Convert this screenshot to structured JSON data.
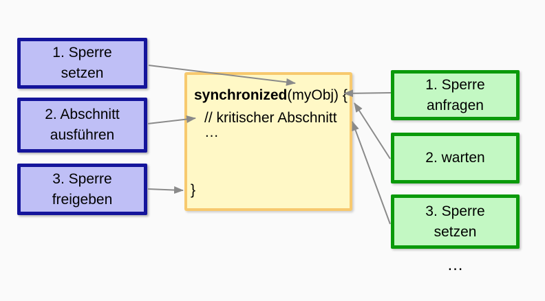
{
  "diagram": {
    "left_boxes": [
      {
        "lines": [
          "1. Sperre",
          "setzen"
        ]
      },
      {
        "lines": [
          "2. Abschnitt",
          "ausführen"
        ]
      },
      {
        "lines": [
          "3. Sperre",
          "freigeben"
        ]
      }
    ],
    "right_boxes": [
      {
        "lines": [
          "1. Sperre",
          "anfragen"
        ]
      },
      {
        "lines": [
          "2. warten"
        ]
      },
      {
        "lines": [
          "3. Sperre",
          "setzen"
        ]
      }
    ],
    "code_box": {
      "keyword": "synchronized",
      "after_keyword": "(myObj) {",
      "comment": "// kritischer Abschnitt",
      "ellipsis": "…",
      "closing_brace": "}"
    },
    "bottom_ellipsis": "…",
    "colors": {
      "background": "#fafafa",
      "left_box_fill": "#bfbff6",
      "left_box_border": "#14149b",
      "right_box_fill": "#c3f8c3",
      "right_box_border": "#0a9a0a",
      "code_box_fill": "#fff8c6",
      "code_box_border": "#f7c96e",
      "arrow": "#8a8a8a",
      "text": "#000000"
    }
  }
}
